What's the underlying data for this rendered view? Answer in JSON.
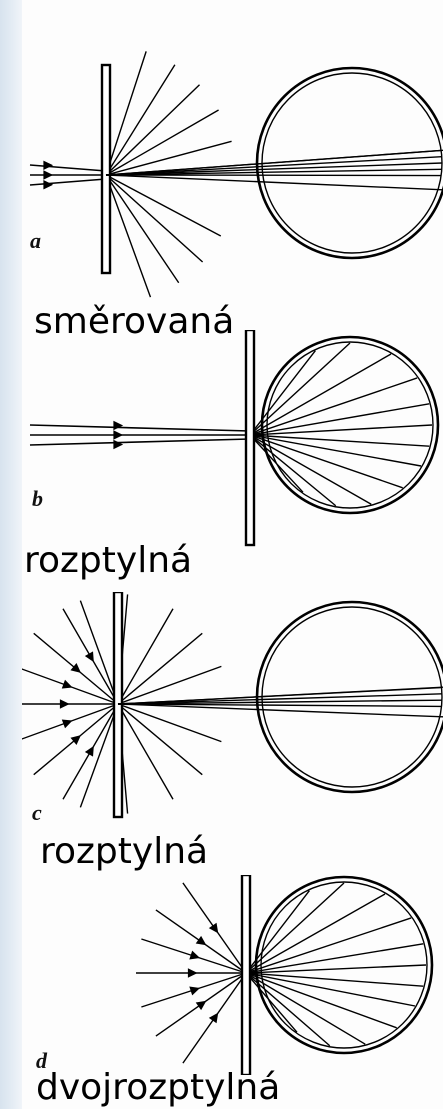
{
  "captions": {
    "a": "směrovaná",
    "b": "rozptylná",
    "c": "rozptylná",
    "d": "dvojrozptylná"
  },
  "panel_letters": {
    "a": "a",
    "b": "b",
    "c": "c",
    "d": "d"
  },
  "colors": {
    "ink": "#000000",
    "background": "#fdfdfd",
    "left_band": "#d7e3ee"
  },
  "panels": [
    {
      "id": "a",
      "light": "parallel",
      "screen": "before-eye"
    },
    {
      "id": "b",
      "light": "parallel",
      "screen": "at-eye"
    },
    {
      "id": "c",
      "light": "diffuse",
      "screen": "before-eye"
    },
    {
      "id": "d",
      "light": "diffuse",
      "screen": "at-eye"
    }
  ]
}
